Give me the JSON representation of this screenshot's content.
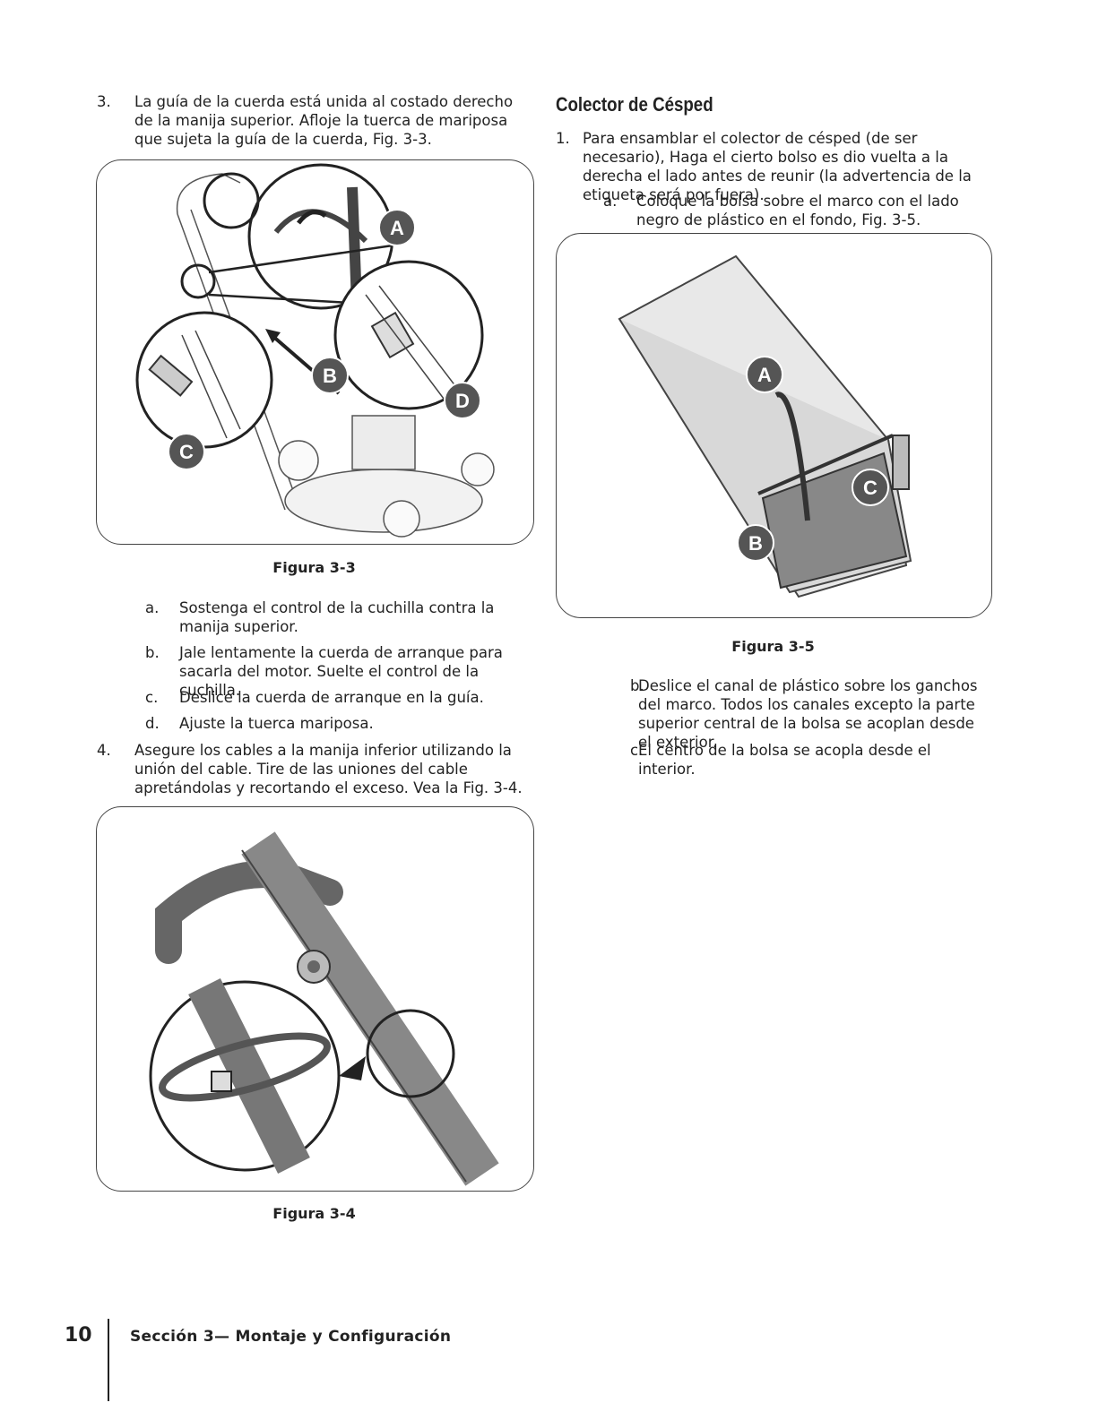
{
  "left": {
    "item3_num": "3.",
    "item3_text": "La guía de la cuerda está unida al costado derecho de la manija superior. Afloje la tuerca de mariposa que sujeta la guía de la cuerda, Fig. 3-3.",
    "fig33_caption": "Figura 3-3",
    "fig33_callouts": [
      "A",
      "B",
      "C",
      "D"
    ],
    "steps": [
      {
        "label": "a.",
        "text": "Sostenga el control de la cuchilla contra la manija superior."
      },
      {
        "label": "b.",
        "text": "Jale lentamente la cuerda de arranque para sacarla del motor. Suelte el control de la cuchilla."
      },
      {
        "label": "c.",
        "text": "Deslice la cuerda de arranque en la guía."
      },
      {
        "label": "d.",
        "text": "Ajuste la tuerca mariposa."
      }
    ],
    "item4_num": "4.",
    "item4_text": "Asegure los cables a la manija inferior utilizando la unión del cable. Tire de las uniones del cable apretándolas y recortando el exceso. Vea la Fig. 3-4.",
    "fig34_caption": "Figura 3-4"
  },
  "right": {
    "heading": "Colector de Césped",
    "item1_num": "1.",
    "item1_text": "Para ensamblar el colector de césped (de ser necesario), Haga el cierto bolso es dio vuelta a la derecha el lado antes de reunir (la advertencia de la etiqueta será por fuera).",
    "step_a_label": "a.",
    "step_a_text": "Coloque la bolsa sobre el marco con el lado negro de plástico en el fondo, Fig. 3-5.",
    "fig35_caption": "Figura 3-5",
    "fig35_callouts": [
      "A",
      "B",
      "C"
    ],
    "step_b_label": "b.",
    "step_b_text": "Deslice el canal de plástico sobre los ganchos del marco. Todos los canales excepto la parte superior central de la bolsa se acoplan desde el exterior.",
    "step_c_label": "c.",
    "step_c_text": "El centro de la bolsa se acopla desde el interior."
  },
  "footer": {
    "page_number": "10",
    "section": "Sección 3— Montaje y Configuración"
  }
}
